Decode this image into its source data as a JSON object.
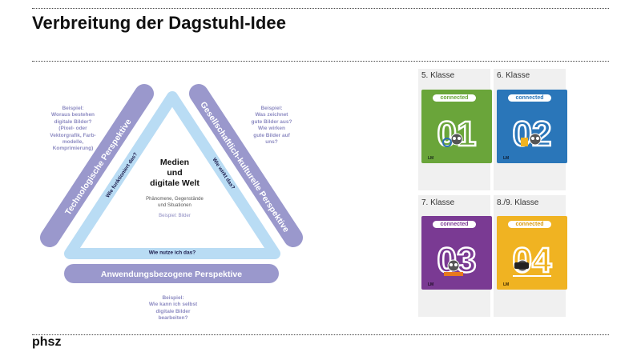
{
  "slide": {
    "title": "Verbreitung der Dagstuhl-Idee",
    "footer": "phsz"
  },
  "diagram": {
    "center_title": [
      "Medien",
      "und",
      "digitale Welt"
    ],
    "center_subtitle": [
      "Phänomene, Gegenstände",
      "und Situationen"
    ],
    "center_example": "Beispiel: Bilder",
    "left_bar": "Technologische Perspektive",
    "right_bar": "Gesellschaftlich-kulturelle Perspektive",
    "bottom_bar": "Anwendungsbezogene Perspektive",
    "inner_left": "Wie funktioniert das?",
    "inner_right": "Wie wirkt das?",
    "inner_bottom": "Wie nutze ich das?",
    "note_left": [
      "Beispiel:",
      "Woraus bestehen",
      "digitale Bilder?",
      "(Pixel- oder",
      "Vektorgrafik, Farb-",
      "modelle,",
      "Komprimierung)"
    ],
    "note_right": [
      "Beispiel:",
      "Was zeichnet",
      "gute Bilder aus?",
      "Wie wirken",
      "gute Bilder auf",
      "uns?"
    ],
    "note_bottom": [
      "Beispiel:",
      "Wie kann ich selbst",
      "digitale Bilder",
      "bearbeiten?"
    ],
    "colors": {
      "bar": "#9a98cc",
      "triangle": "#b9dcf4",
      "note_text": "#8e8cc2"
    }
  },
  "books": [
    {
      "grade": "5. Klasse",
      "brand": "connected",
      "number": "01",
      "cover_color": "#6aa53a"
    },
    {
      "grade": "6. Klasse",
      "brand": "connected",
      "number": "02",
      "cover_color": "#2a76b9"
    },
    {
      "grade": "7. Klasse",
      "brand": "connected",
      "number": "03",
      "cover_color": "#7a3a93"
    },
    {
      "grade": "8./9. Klasse",
      "brand": "connected",
      "number": "04",
      "cover_color": "#f0b322"
    }
  ]
}
